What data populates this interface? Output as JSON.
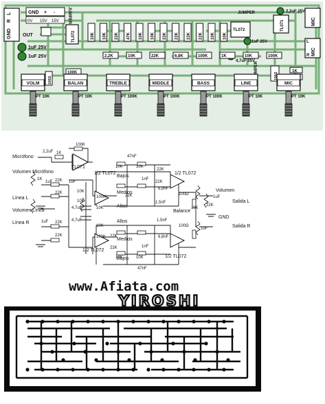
{
  "colors": {
    "board": "#e4eee4",
    "trace": "#79b079",
    "ink": "#111111",
    "bottom_ink": "#0a0a0a",
    "accent_green": "#2e8b2e",
    "resistor": "#f6f8f6"
  },
  "board": {
    "left_connector": [
      "GND",
      "R",
      "L"
    ],
    "supply": {
      "header": [
        "GND",
        "+",
        "-"
      ],
      "voltages": [
        "0V",
        "15V",
        "15V"
      ]
    },
    "jumper_labels": [
      "JUMPER",
      "JUMPER",
      "JUMPER"
    ],
    "out_label": "OUT",
    "caps_left": [
      "1uF 25V",
      "1uF 25V"
    ],
    "caps_right": [
      "2,2uF 25V",
      "1uF 25V",
      "4,7uF 25V"
    ],
    "ic_labels": [
      "TL072",
      "TL072",
      "TL071"
    ],
    "resistors_top": [
      "10K",
      "10K",
      "22K",
      "47K",
      "10K",
      "10K",
      "22K",
      "22K",
      "22K",
      "22K",
      "10K",
      "10K"
    ],
    "resistors_mid": [
      "2,2K",
      "10K",
      "22K",
      "6,8K",
      "100K",
      "1K",
      "10K",
      "100K"
    ],
    "small_labels": [
      "100K",
      "1K",
      "1K",
      "100Ω",
      "100Ω"
    ],
    "mic_labels": [
      "MIC",
      "MIC",
      "L",
      "R"
    ],
    "pots": [
      {
        "label": "VOLM",
        "value": "PT 10K"
      },
      {
        "label": "BALAN",
        "value": "PT 10K"
      },
      {
        "label": "TREBLE",
        "value": "PT 100K"
      },
      {
        "label": "MIDDLE",
        "value": "PT 100K"
      },
      {
        "label": "BASS",
        "value": "PT 100K"
      },
      {
        "label": "LINE",
        "value": "PT 10K"
      },
      {
        "label": "MIC",
        "value": "PT 10K"
      }
    ]
  },
  "schematic": {
    "inputs": [
      "Micrófono",
      "Volumen Micrófono",
      "Línea L",
      "Volumen Línea",
      "Línea R"
    ],
    "outputs": [
      "Volumen",
      "Salida L",
      "GND",
      "Salida R"
    ],
    "opamps": [
      "TL071",
      "1/2 TL072",
      "1/2 TL072",
      "1/2 TL072",
      "1/2 TL072"
    ],
    "tone_labels": [
      "Bajos",
      "Medios",
      "Altos",
      "Altos",
      "Medios",
      "Bajos"
    ],
    "balance": "Balance",
    "values_top": [
      "2,2uF",
      "1K",
      "100K",
      "47nF",
      "10K",
      "10K",
      "22K",
      "22K",
      "1nF",
      "6,8nF",
      "100K",
      "22K",
      "1,5nF",
      "10K",
      "4,7uF"
    ],
    "values_bottom": [
      "4,7uF",
      "10K",
      "100K",
      "1,5nF",
      "22K",
      "6,8nF",
      "1nF",
      "22K",
      "10K",
      "10K",
      "47nF",
      "100Ω",
      "100Ω",
      "10K",
      "22K",
      "1uF"
    ],
    "values_left": [
      "1K",
      "1uF",
      "22K",
      "22K",
      "10K",
      "10K",
      "1uF",
      "1uF",
      "22K",
      "22K",
      "1uF"
    ]
  },
  "website": "www.Afiata.com",
  "brand": "YIROSHI"
}
